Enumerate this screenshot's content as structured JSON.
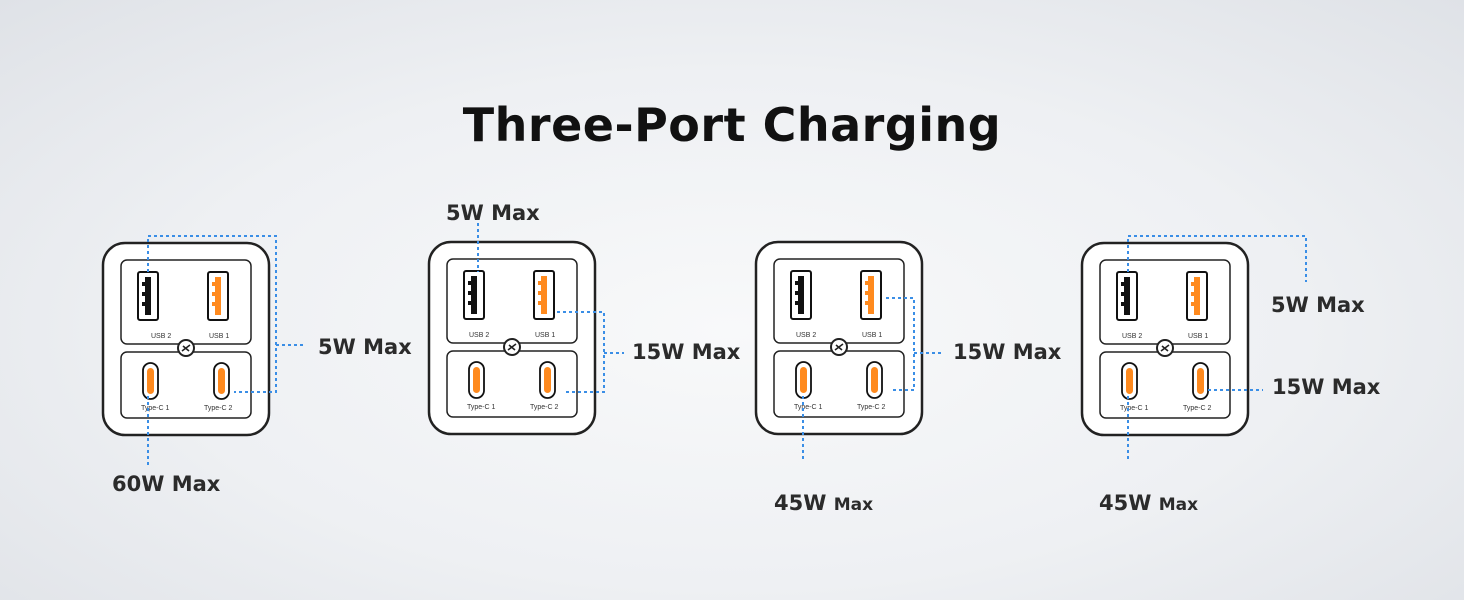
{
  "title": "Three-Port Charging",
  "colors": {
    "accent": "#ff8a1e",
    "line": "#3a8ee6",
    "frame": "#222222"
  },
  "port_labels": {
    "usb2": "USB 2",
    "usb1": "USB 1",
    "typec1": "Type-C 1",
    "typec2": "Type-C 2"
  },
  "configurations": [
    {
      "labels": {
        "a": "5W Max",
        "b": "60W Max"
      }
    },
    {
      "labels": {
        "a": "5W Max",
        "b": "15W Max"
      }
    },
    {
      "labels": {
        "a": "15W Max",
        "b_big": "45W",
        "b_small": "Max"
      }
    },
    {
      "labels": {
        "a": "5W Max",
        "b": "15W Max",
        "c_big": "45W",
        "c_small": "Max"
      }
    }
  ]
}
